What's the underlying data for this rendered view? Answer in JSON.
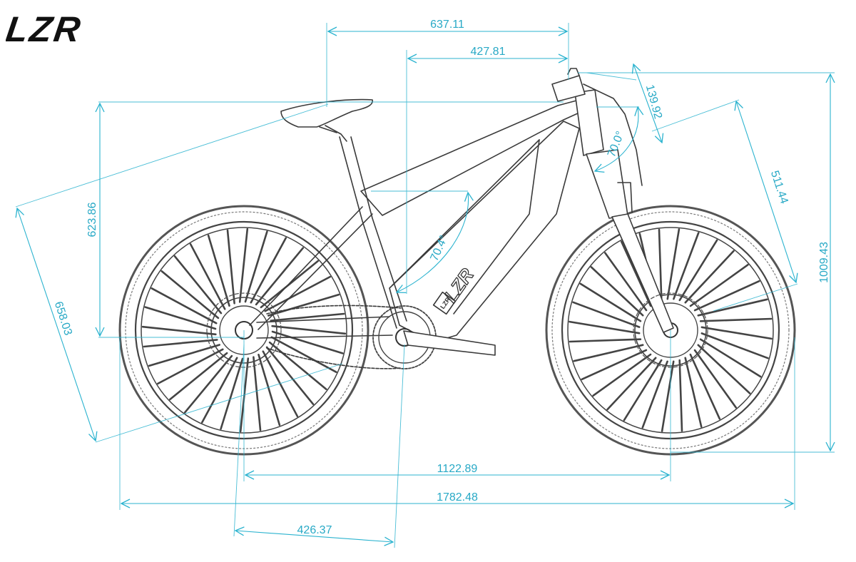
{
  "brand": {
    "logo_text": "LZR"
  },
  "frame": {
    "downtube_logo": "LZR",
    "badge_text": "LZR"
  },
  "colors": {
    "dimension": "#2bb3cf",
    "dimension_text": "#28a9c6",
    "line_art": "#3a3a3a",
    "tire": "#555555",
    "logo": "#111111",
    "background": "#ffffff"
  },
  "dimensions": {
    "top_reach": "637.11",
    "reach": "427.81",
    "head_tube": "139.92",
    "head_angle": "70.0°",
    "fork_length": "511.44",
    "stack": "1009.43",
    "seat_height": "623.86",
    "seat_angle": "70.4°",
    "top_tube_effective": "658.03",
    "wheelbase": "1122.89",
    "overall_length": "1782.48",
    "chainstay": "426.37"
  }
}
